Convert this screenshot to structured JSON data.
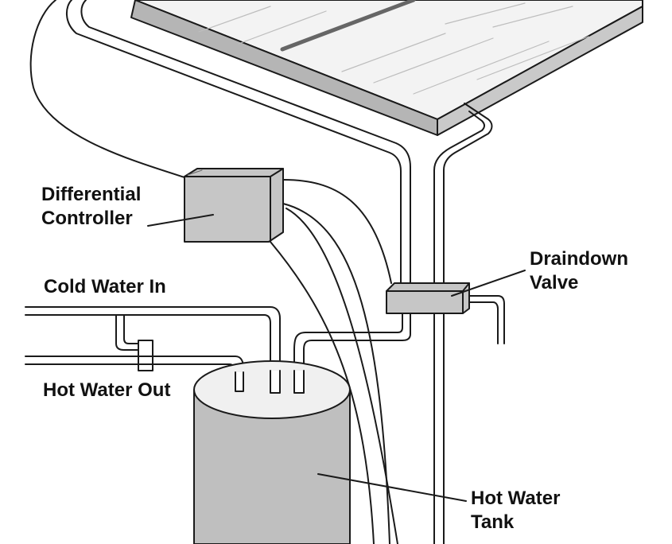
{
  "labels": {
    "controller": [
      "Differential",
      "Controller"
    ],
    "cold_water_in": "Cold Water In",
    "hot_water_out": "Hot Water Out",
    "draindown_valve": [
      "Draindown",
      "Valve"
    ],
    "hot_water_tank": [
      "Hot Water",
      "Tank"
    ]
  },
  "colors": {
    "line": "#1a1a1a",
    "panel_top": "#f3f3f3",
    "panel_edge": "#b5b5b5",
    "box_fill": "#c6c6c6",
    "tank_fill": "#bfbfbf",
    "tank_top": "#f0f0f0",
    "background": "#ffffff"
  }
}
